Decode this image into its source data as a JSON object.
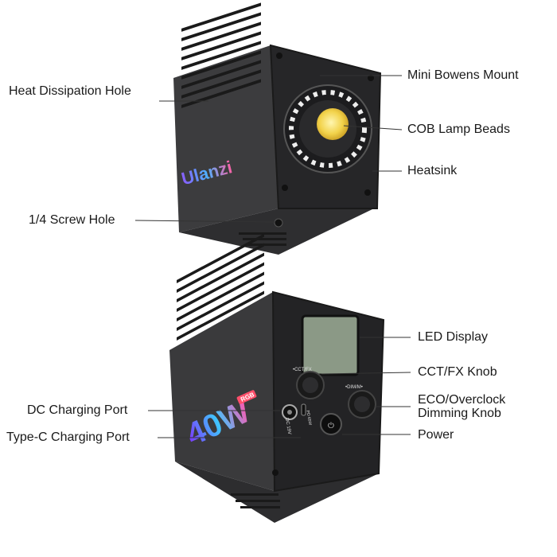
{
  "brand": {
    "logo_text": "Ulanzi",
    "wattage": "40W",
    "badge": "RGB"
  },
  "top_device": {
    "labels": {
      "heat_dissipation_hole": "Heat Dissipation Hole",
      "mini_bowens_mount": "Mini Bowens Mount",
      "cob_lamp_beads": "COB Lamp Beads",
      "heatsink": "Heatsink",
      "screw_hole": "1/4 Screw Hole"
    }
  },
  "bottom_device": {
    "labels": {
      "led_display": "LED Display",
      "cct_fx_knob": "CCT/FX Knob",
      "eco_overclock_line1": "ECO/Overclock",
      "eco_overclock_line2": "Dimming Knob",
      "power": "Power",
      "dc_charging_port": "DC Charging Port",
      "type_c_charging_port": "Type-C Charging Port"
    },
    "panel_text": {
      "cct": "•CCT/FX",
      "dim": "•DIM/M•",
      "dc": "DC 19V",
      "pd": "PD 65W"
    }
  },
  "colors": {
    "body": "#3a3a3c",
    "face": "#2b2b2d",
    "screen": "#8a9a86",
    "lamp": "#f2e27a"
  }
}
